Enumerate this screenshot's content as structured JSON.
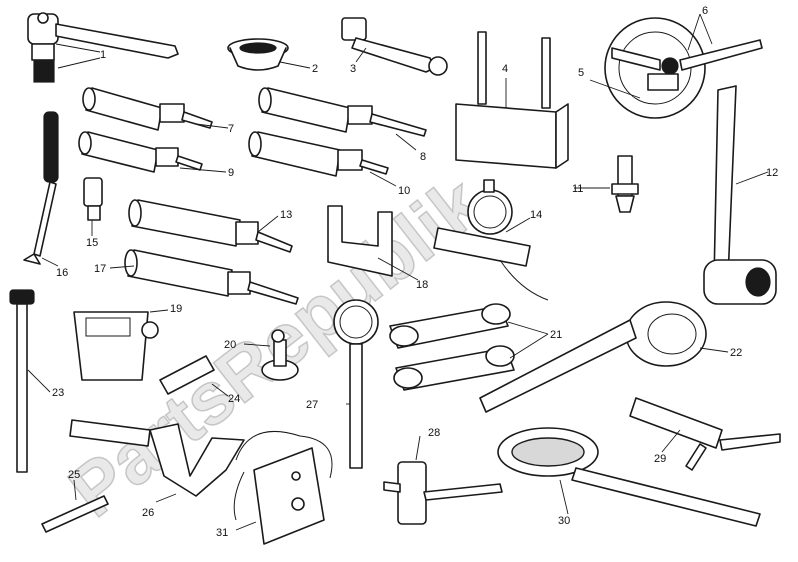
{
  "watermark": "PartsRepublik",
  "colors": {
    "line": "#1a1a1a",
    "background": "#ffffff",
    "watermark": "#cfcfcf"
  },
  "callouts": [
    "1",
    "2",
    "3",
    "4",
    "5",
    "6",
    "7",
    "8",
    "9",
    "10",
    "11",
    "12",
    "13",
    "14",
    "15",
    "16",
    "17",
    "18",
    "19",
    "20",
    "21",
    "22",
    "23",
    "24",
    "25",
    "26",
    "27",
    "28",
    "29",
    "30",
    "31"
  ]
}
